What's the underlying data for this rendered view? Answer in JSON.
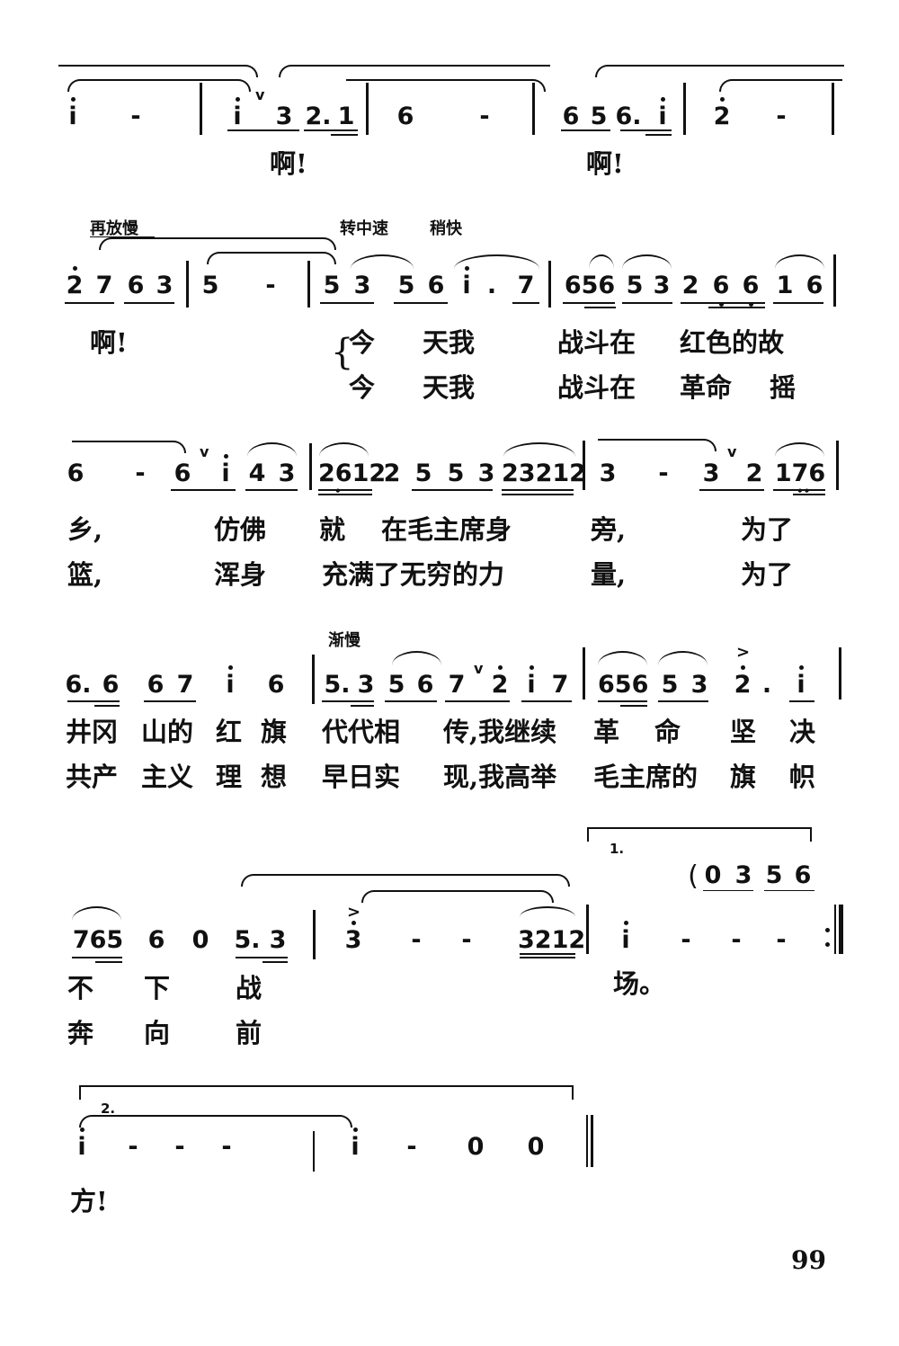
{
  "page_number": "99",
  "tempo_marks": {
    "row2_a": "再放慢",
    "row2_b": "转中速",
    "row2_c": "稍快",
    "row4": "渐慢"
  },
  "rows": [
    {
      "id": "row1",
      "measures": [
        {
          "notes": "1̇ -"
        },
        {
          "notes": "1̇ ˇ 3 2. 1"
        },
        {
          "notes": "6 -"
        },
        {
          "notes": "6 5 6. 1̇"
        },
        {
          "notes": "2̇ -"
        }
      ],
      "lyrics": [
        [
          "啊!",
          "啊!"
        ]
      ]
    },
    {
      "id": "row2",
      "measures": [
        {
          "notes": "2̇ 7 6 3"
        },
        {
          "notes": "5 -"
        },
        {
          "notes": "5 3 5 6 1̇. 7"
        },
        {
          "notes": "656 5 3 2 6̣ 6̣ 1 6"
        }
      ],
      "lyrics": [
        [
          "啊!",
          "今",
          "天我",
          "战斗在",
          "红色的故"
        ],
        [
          "今",
          "天我",
          "战斗在",
          "革命",
          "摇"
        ]
      ]
    },
    {
      "id": "row3",
      "measures": [
        {
          "notes": "6 - 6 ˇ 1̇ 4 3"
        },
        {
          "notes": "2 6̣ 1 2 2 5 5 3 23212"
        },
        {
          "notes": "3 - 3 ˇ 2 1 7̣ 6̣"
        }
      ],
      "lyrics": [
        [
          "乡,",
          "仿佛",
          "就",
          "在毛主席身",
          "旁,",
          "为了"
        ],
        [
          "篮,",
          "浑身",
          "充满了无穷的力",
          "量,",
          "为了"
        ]
      ]
    },
    {
      "id": "row4",
      "measures": [
        {
          "notes": "6. 6 6 7 1̇ 6"
        },
        {
          "notes": "5. 3 5 6 7 ˇ 2̇ 1̇ 7"
        },
        {
          "notes": "656 5 3 >2̇. 1̇"
        }
      ],
      "lyrics": [
        [
          "井冈",
          "山的",
          "红",
          "旗",
          "代代相",
          "传,我继续",
          "革",
          "命",
          "坚",
          "决"
        ],
        [
          "共产",
          "主义",
          "理",
          "想",
          "早日实",
          "现,我高举",
          "毛主席的",
          "旗",
          "帜"
        ]
      ]
    },
    {
      "id": "row5",
      "volta1_label": "1.",
      "volta1_interlude": "( 0 3 5 6",
      "measures": [
        {
          "notes": "7 65 6 0 5. 3"
        },
        {
          "notes": ">3̇ - - 3̇2̇1̇2̇"
        },
        {
          "notes": "1̇ - - - :‖"
        }
      ],
      "lyrics": [
        [
          "不",
          "下",
          "战",
          "场。"
        ],
        [
          "奔",
          "向",
          "前"
        ]
      ]
    },
    {
      "id": "row6",
      "volta2_label": "2.",
      "measures": [
        {
          "notes": "1̇ - - -"
        },
        {
          "notes": "1̇ - 0 0 ‖"
        }
      ],
      "lyrics": [
        [
          "方!"
        ]
      ]
    }
  ],
  "text": {
    "r1": {
      "n1": "i",
      "d1": "-",
      "n2": "i",
      "n3": "3",
      "n4": "2.",
      "n5": "1",
      "n6": "6",
      "d2": "-",
      "n7": "6",
      "n8": "5",
      "n9": "6.",
      "n10": "i",
      "n11": "2",
      "d3": "-",
      "l1": "啊!",
      "l2": "啊!"
    },
    "r2": {
      "n1": "2",
      "n2": "7",
      "n3": "6",
      "n4": "3",
      "n5": "5",
      "d1": "-",
      "n6": "5",
      "n7": "3",
      "n8": "5",
      "n9": "6",
      "n10": "i",
      "n11": ".",
      "n12": "7",
      "n13": "656",
      "n14": "5",
      "n15": "3",
      "n16": "2",
      "n17": "6",
      "n18": "6",
      "n19": "1",
      "n20": "6",
      "la1": "啊!",
      "la2": "今",
      "la3": "天我",
      "la4": "战斗在",
      "la5": "红色的故",
      "lb2": "今",
      "lb3": "天我",
      "lb4": "战斗在",
      "lb5": "革命",
      "lb6": "摇",
      "brace": "{"
    },
    "r3": {
      "n1": "6",
      "d1": "-",
      "n2": "6",
      "n3": "i",
      "n4": "4",
      "n5": "3",
      "n6": "2612",
      "n7": "2",
      "n8": "5",
      "n9": "5",
      "n10": "3",
      "n11": "23212",
      "n12": "3",
      "d2": "-",
      "n13": "3",
      "n14": "2",
      "n15": "176",
      "la1": "乡,",
      "la2": "仿佛",
      "la3": "就",
      "la4": "在毛主席身",
      "la5": "旁,",
      "la6": "为了",
      "lb1": "篮,",
      "lb2": "浑身",
      "lb3": "充满了无穷的力",
      "lb4": "量,",
      "lb5": "为了"
    },
    "r4": {
      "n1": "6.",
      "n2": "6",
      "n3": "6",
      "n4": "7",
      "n5": "i",
      "n6": "6",
      "n7": "5.",
      "n8": "3",
      "n9": "5",
      "n10": "6",
      "n11": "7",
      "n12": "2",
      "n13": "i",
      "n14": "7",
      "n15": "656",
      "n16": "5",
      "n17": "3",
      "n18": "2",
      "n19": ".",
      "n20": "i",
      "la1": "井冈",
      "la2": "山的",
      "la3": "红",
      "la4": "旗",
      "la5": "代代相",
      "la6": "传,我继续",
      "la7": "革",
      "la8": "命",
      "la9": "坚",
      "la10": "决",
      "lb1": "共产",
      "lb2": "主义",
      "lb3": "理",
      "lb4": "想",
      "lb5": "早日实",
      "lb6": "现,我高举",
      "lb7": "毛主席的",
      "lb8": "旗",
      "lb9": "帜"
    },
    "r5": {
      "n1": "765",
      "n2": "6",
      "n3": "0",
      "n4": "5.",
      "n5": "3",
      "n6": "3",
      "d1": "-",
      "d2": "-",
      "n7": "3212",
      "n8": "i",
      "d3": "-",
      "d4": "-",
      "d5": "-",
      "p1": "(",
      "p2": "0",
      "p3": "3",
      "p4": "5",
      "p5": "6",
      "v1": "1.",
      "la1": "不",
      "la2": "下",
      "la3": "战",
      "la4": "场。",
      "lb1": "奔",
      "lb2": "向",
      "lb3": "前"
    },
    "r6": {
      "n1": "i",
      "d1": "-",
      "d2": "-",
      "d3": "-",
      "n2": "i",
      "d4": "-",
      "n3": "0",
      "n4": "0",
      "v2": "2.",
      "l1": "方!"
    },
    "breath": "v",
    "accent": ">"
  }
}
